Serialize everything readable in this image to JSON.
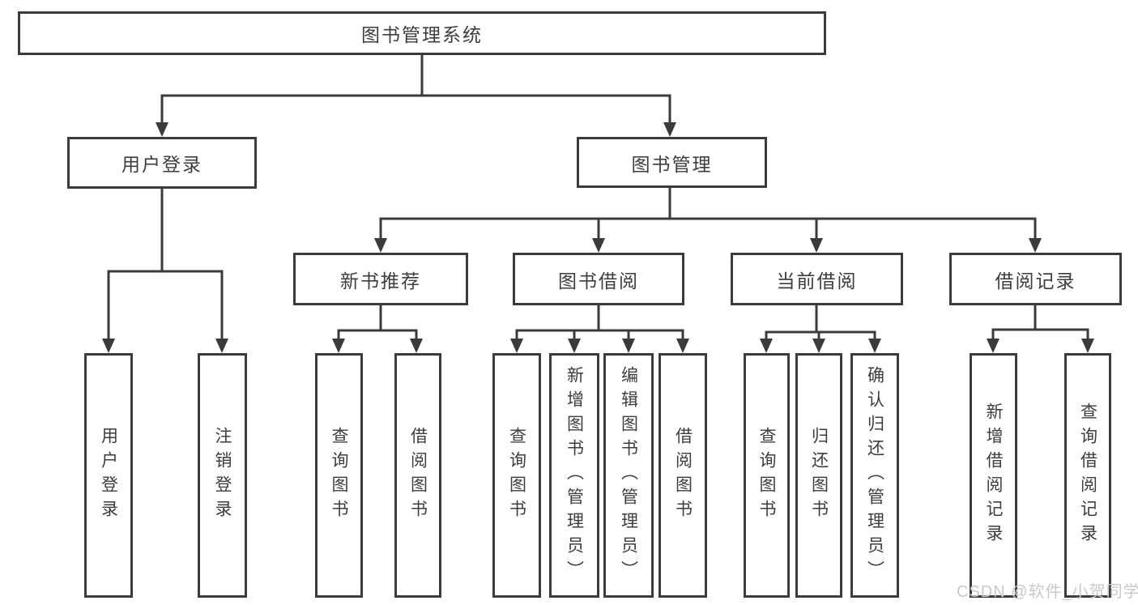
{
  "diagram": {
    "title": "图书管理系统",
    "tree": {
      "root": {
        "label": "图书管理系统",
        "children": [
          {
            "label": "用户登录",
            "children": [
              {
                "label": "用户登录"
              },
              {
                "label": "注销登录"
              }
            ]
          },
          {
            "label": "图书管理",
            "children": [
              {
                "label": "新书推荐",
                "children": [
                  {
                    "label": "查询图书"
                  },
                  {
                    "label": "借阅图书"
                  }
                ]
              },
              {
                "label": "图书借阅",
                "children": [
                  {
                    "label": "查询图书"
                  },
                  {
                    "label": "新增图书（管理员）"
                  },
                  {
                    "label": "编辑图书（管理员）"
                  },
                  {
                    "label": "借阅图书"
                  }
                ]
              },
              {
                "label": "当前借阅",
                "children": [
                  {
                    "label": "查询图书"
                  },
                  {
                    "label": "归还图书"
                  },
                  {
                    "label": "确认归还（管理员）"
                  }
                ]
              },
              {
                "label": "借阅记录",
                "children": [
                  {
                    "label": "新增借阅记录"
                  },
                  {
                    "label": "查询借阅记录"
                  }
                ]
              }
            ]
          }
        ]
      }
    },
    "colors": {
      "line": "#3b3b3b",
      "text": "#3d3d3d",
      "background": "#ffffff",
      "watermark": "#c9c9c9"
    }
  },
  "watermark": {
    "text": "CSDN @软件_小贺同学"
  }
}
